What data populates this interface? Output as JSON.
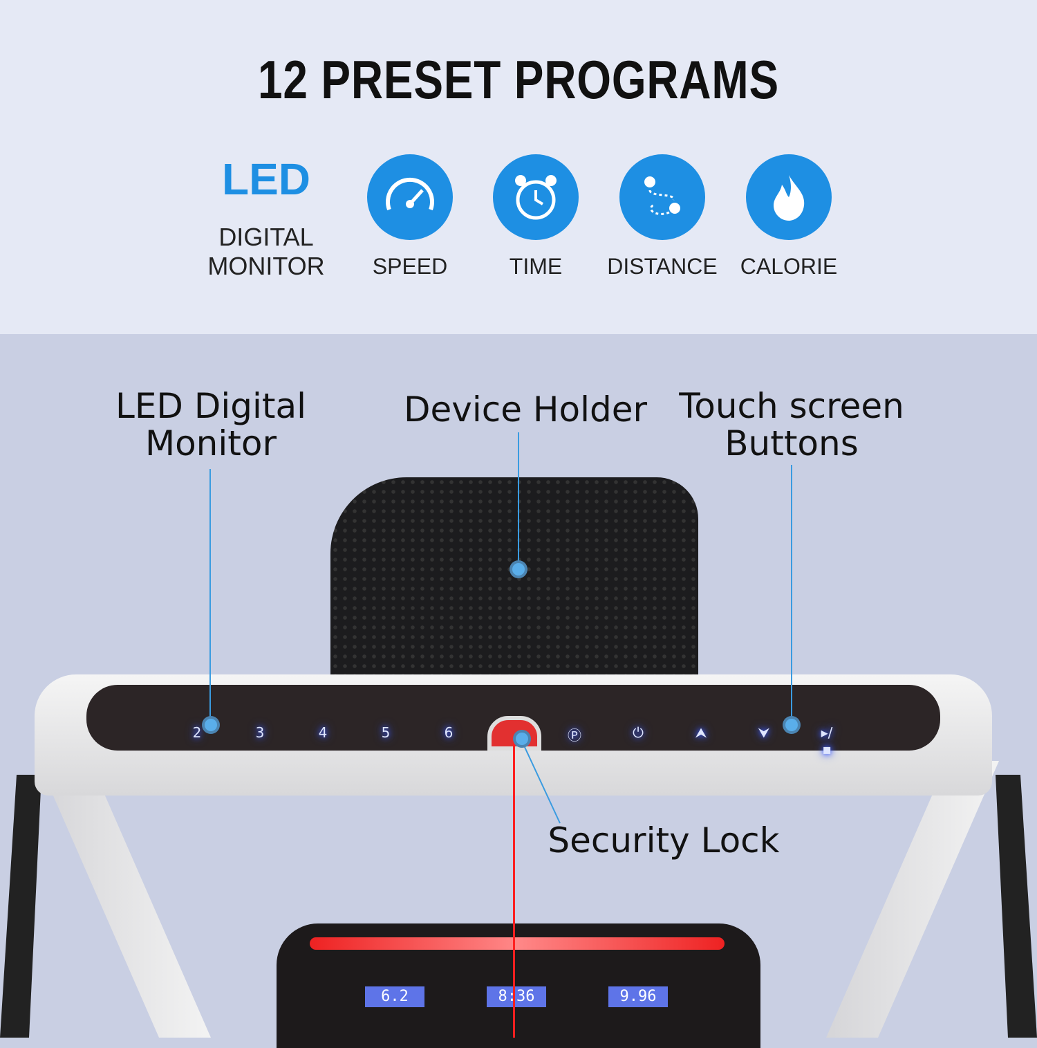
{
  "title": "12 PRESET PROGRAMS",
  "monitor": {
    "led": "LED",
    "sub1": "DIGITAL",
    "sub2": "MONITOR"
  },
  "features": [
    {
      "icon": "speedometer-icon",
      "label": "SPEED"
    },
    {
      "icon": "alarm-clock-icon",
      "label": "TIME"
    },
    {
      "icon": "route-icon",
      "label": "DISTANCE"
    },
    {
      "icon": "flame-icon",
      "label": "CALORIE"
    }
  ],
  "callouts": {
    "monitor1": "LED Digital",
    "monitor2": "Monitor",
    "holder": "Device Holder",
    "touch1": "Touch screen",
    "touch2": "Buttons",
    "lock": "Security Lock"
  },
  "buttons": [
    "2",
    "3",
    "4",
    "5",
    "6",
    "Ⓟ",
    "⏻",
    "⮝",
    "⮟",
    "▸/▪"
  ],
  "displays": [
    "6.2",
    "8:36",
    "9.96"
  ],
  "colors": {
    "accent": "#1e8fe3",
    "top_bg": "#e5e9f5",
    "bottom_bg": "#c9cfe3"
  }
}
